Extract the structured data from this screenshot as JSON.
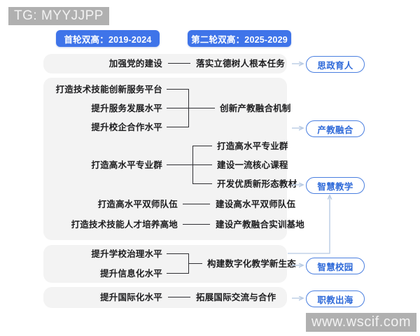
{
  "watermarks": {
    "top": "TG: MYYJJPP",
    "bottom": "www.wscif.com"
  },
  "colors": {
    "accent_blue": "#3f74e9",
    "capsule_blue": "#2f6ad9",
    "capsule_border": "#4a7fe0",
    "panel_grey": "#f3f3f3",
    "line_dark": "#2f2f33",
    "arrow_blue": "#c2d2e8",
    "watermark_grey": "#b0b0b0"
  },
  "header": {
    "phases": [
      {
        "label": "首轮双高：2019-2024"
      },
      {
        "label": "第二轮双高：2025-2029"
      }
    ]
  },
  "groups": [
    {
      "id": "party-building",
      "left": [
        "加强党的建设"
      ],
      "right": [
        "落实立德树人根本任务"
      ],
      "outcome": "思政育人"
    },
    {
      "id": "industry-education",
      "left": [
        "打造技术技能创新服务平台",
        "提升服务发展水平",
        "提升校企合作水平"
      ],
      "right": [
        "创新产教融合机制"
      ],
      "outcome": "产教融合"
    },
    {
      "id": "high-level-majors",
      "left": [
        "打造高水平专业群"
      ],
      "right": [
        "打造高水平专业群",
        "建设一流核心课程",
        "开发优质新形态教材"
      ],
      "outcome": "智慧教学"
    },
    {
      "id": "dual-teacher",
      "left": [
        "打造高水平双师队伍"
      ],
      "right": [
        "建设高水平双师队伍"
      ],
      "outcome": ""
    },
    {
      "id": "talent-highland",
      "left": [
        "打造技术技能人才培养高地"
      ],
      "right": [
        "建设产教融合实训基地"
      ],
      "outcome": ""
    },
    {
      "id": "smart-campus",
      "left": [
        "提升学校治理水平",
        "提升信息化水平"
      ],
      "right": [
        "构建数字化教学新生态"
      ],
      "outcome": "智慧校园"
    },
    {
      "id": "internationalization",
      "left": [
        "提升国际化水平"
      ],
      "right": [
        "拓展国际交流与合作"
      ],
      "outcome": "职教出海"
    }
  ],
  "outcomes": [
    {
      "label": "思政育人"
    },
    {
      "label": "产教融合"
    },
    {
      "label": "智慧教学"
    },
    {
      "label": "智慧校园"
    },
    {
      "label": "职教出海"
    }
  ]
}
